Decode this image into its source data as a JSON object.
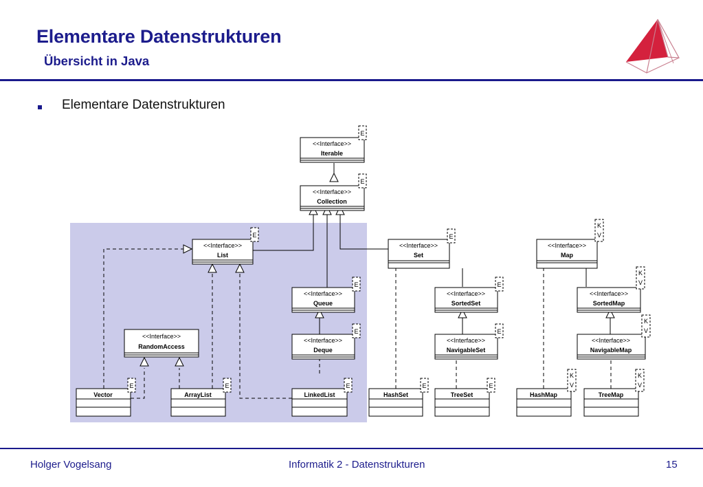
{
  "header": {
    "title": "Elementare Datenstrukturen",
    "subtitle": "Übersicht in Java"
  },
  "content": {
    "bullet": "Elementare Datenstrukturen"
  },
  "diagram": {
    "stereotype": "<<Interface>>",
    "interfaces": {
      "iterable": "Iterable",
      "collection": "Collection",
      "list": "List",
      "queue": "Queue",
      "deque": "Deque",
      "random_access": "RandomAccess",
      "set": "Set",
      "sorted_set": "SortedSet",
      "navigable_set": "NavigableSet",
      "map": "Map",
      "sorted_map": "SortedMap",
      "navigable_map": "NavigableMap"
    },
    "classes": {
      "vector": "Vector",
      "array_list": "ArrayList",
      "linked_list": "LinkedList",
      "hash_set": "HashSet",
      "tree_set": "TreeSet",
      "hash_map": "HashMap",
      "tree_map": "TreeMap"
    },
    "type_params": {
      "e": "E",
      "k": "K",
      "v": "V"
    },
    "highlight_color": "#cbcbea"
  },
  "footer": {
    "author": "Holger Vogelsang",
    "course": "Informatik 2 - Datenstrukturen",
    "page": "15"
  },
  "colors": {
    "title": "#1c1c8c",
    "rule": "#1a1a8c",
    "logo_red": "#d4213d"
  }
}
